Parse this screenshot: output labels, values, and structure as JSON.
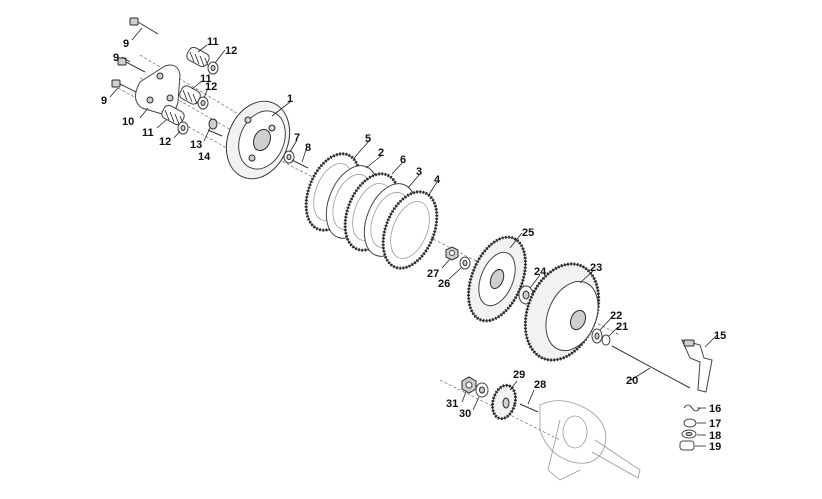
{
  "diagram": {
    "callouts": {
      "p1": "1",
      "p2": "2",
      "p3": "3",
      "p4": "4",
      "p5": "5",
      "p6": "6",
      "p7": "7",
      "p8": "8",
      "p9a": "9",
      "p9b": "9",
      "p9c": "9",
      "p10": "10",
      "p11a": "11",
      "p11b": "11",
      "p11c": "11",
      "p12a": "12",
      "p12b": "12",
      "p12c": "12",
      "p13": "13",
      "p14": "14",
      "p15": "15",
      "p16": "16",
      "p17": "17",
      "p18": "18",
      "p19": "19",
      "p20": "20",
      "p21": "21",
      "p22": "22",
      "p23": "23",
      "p24": "24",
      "p25": "25",
      "p26": "26",
      "p27": "27",
      "p28": "28",
      "p29": "29",
      "p30": "30",
      "p31": "31"
    }
  }
}
